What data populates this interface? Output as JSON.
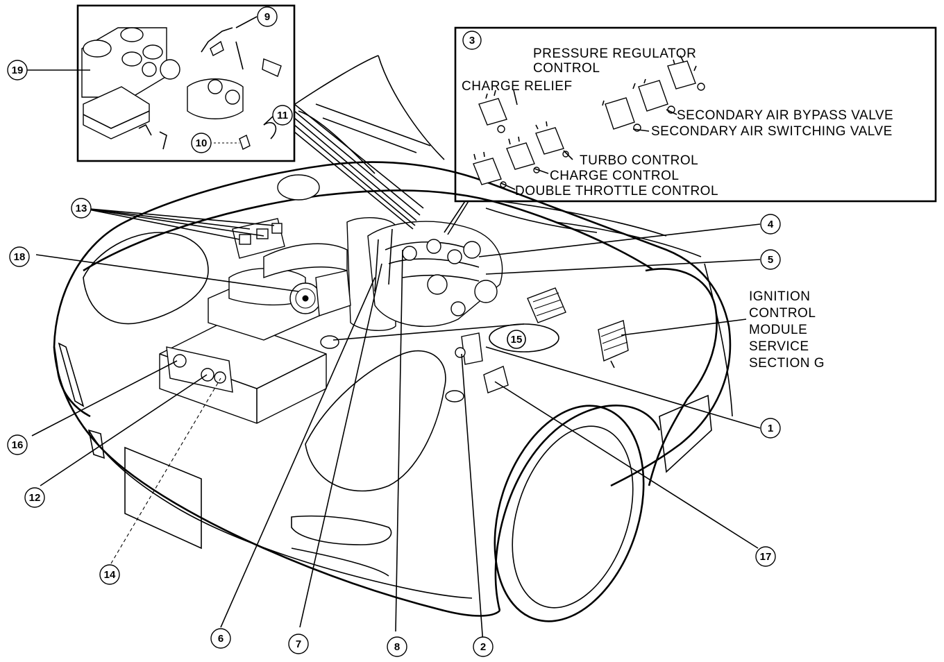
{
  "inset_labels": {
    "pressure_regulator": "PRESSURE REGULATOR",
    "pressure_regulator_2": "CONTROL",
    "charge_relief": "CHARGE RELIEF",
    "secondary_air_bypass": "SECONDARY AIR BYPASS VALVE",
    "secondary_air_switching": "SECONDARY AIR SWITCHING VALVE",
    "turbo_control": "TURBO CONTROL",
    "charge_control": "CHARGE CONTROL",
    "double_throttle": "DOUBLE THROTTLE CONTROL"
  },
  "ignition_note": {
    "line1": "IGNITION",
    "line2": "CONTROL",
    "line3": "MODULE",
    "line4": "SERVICE",
    "line5": "SECTION G"
  },
  "callouts": {
    "c1": "1",
    "c2": "2",
    "c3": "3",
    "c4": "4",
    "c5": "5",
    "c6": "6",
    "c7": "7",
    "c8": "8",
    "c9": "9",
    "c10": "10",
    "c11": "11",
    "c12": "12",
    "c13": "13",
    "c14": "14",
    "c15": "15",
    "c16": "16",
    "c17": "17",
    "c18": "18",
    "c19": "19"
  }
}
